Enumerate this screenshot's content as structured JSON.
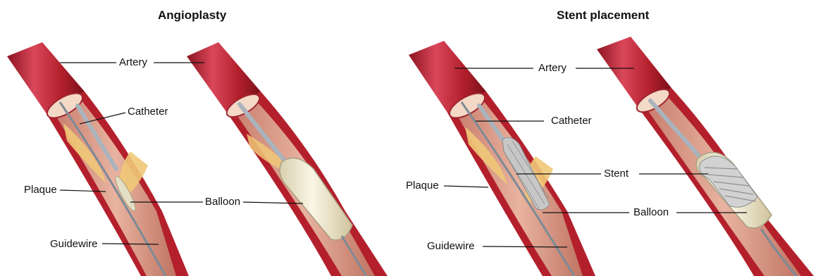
{
  "panels": [
    {
      "title": "Angioplasty",
      "labels": {
        "artery": "Artery",
        "catheter": "Catheter",
        "plaque": "Plaque",
        "balloon": "Balloon",
        "guidewire": "Guidewire"
      }
    },
    {
      "title": "Stent placement",
      "labels": {
        "artery": "Artery",
        "catheter": "Catheter",
        "stent": "Stent",
        "plaque": "Plaque",
        "balloon": "Balloon",
        "guidewire": "Guidewire"
      }
    }
  ],
  "colors": {
    "artery_outer": "#b3202c",
    "artery_highlight": "#d9475a",
    "artery_lumen": "#d99a8a",
    "plaque": "#f0c878",
    "balloon": "#efe8cf",
    "stent": "#b9b9b9",
    "wire": "#7d8a96"
  }
}
